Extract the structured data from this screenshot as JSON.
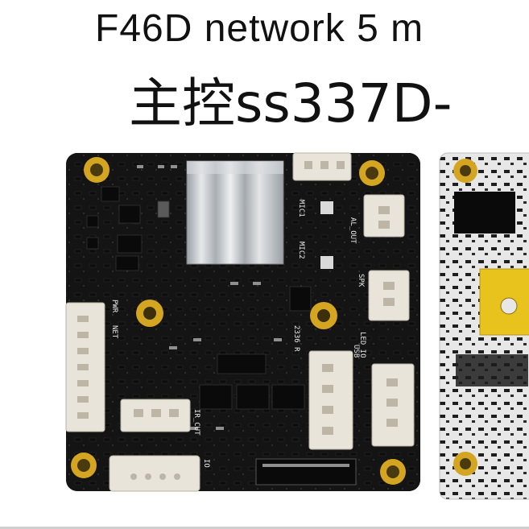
{
  "header": {
    "line1": "F46D network 5 m",
    "line2": "主控ss337D-"
  },
  "board_labels": {
    "mic1": "MIC1",
    "mic2": "MIC2",
    "al_out": "AL_OUT",
    "spk": "SPK",
    "pwr": "PWR",
    "net": "NET",
    "usb": "USB",
    "led_io": "LED_IO",
    "ir_cut": "IR_CUT",
    "io": "IO",
    "code": "2336 R"
  },
  "colors": {
    "pcb": "#141414",
    "connector": "#e8e4da",
    "gold": "#d4a520",
    "heatsink": "#c9ccd0",
    "white_pcb": "#e6e6e6"
  }
}
